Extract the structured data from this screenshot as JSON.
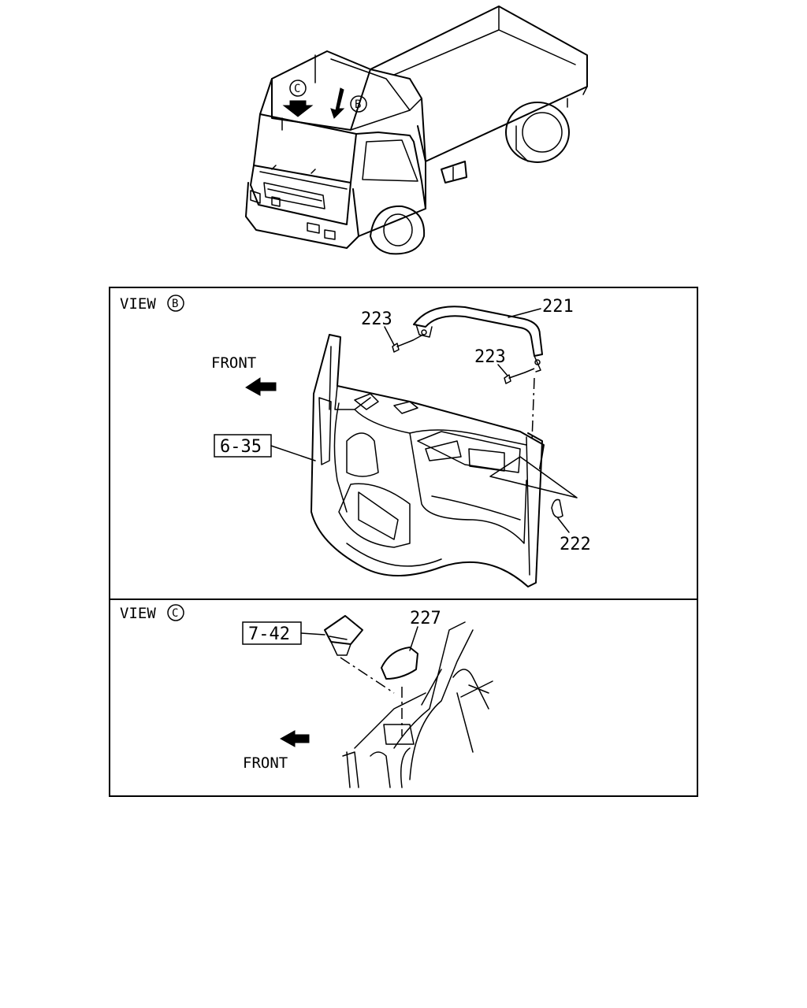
{
  "overview": {
    "view_b_marker": "B",
    "view_c_marker": "C"
  },
  "view_b": {
    "title": "VIEW",
    "marker": "B",
    "front_label": "FRONT",
    "ref_label": "6-35",
    "parts": [
      {
        "id": "221"
      },
      {
        "id": "223"
      },
      {
        "id": "223"
      },
      {
        "id": "222"
      }
    ]
  },
  "view_c": {
    "title": "VIEW",
    "marker": "C",
    "front_label": "FRONT",
    "ref_label": "7-42",
    "parts": [
      {
        "id": "227"
      }
    ]
  }
}
